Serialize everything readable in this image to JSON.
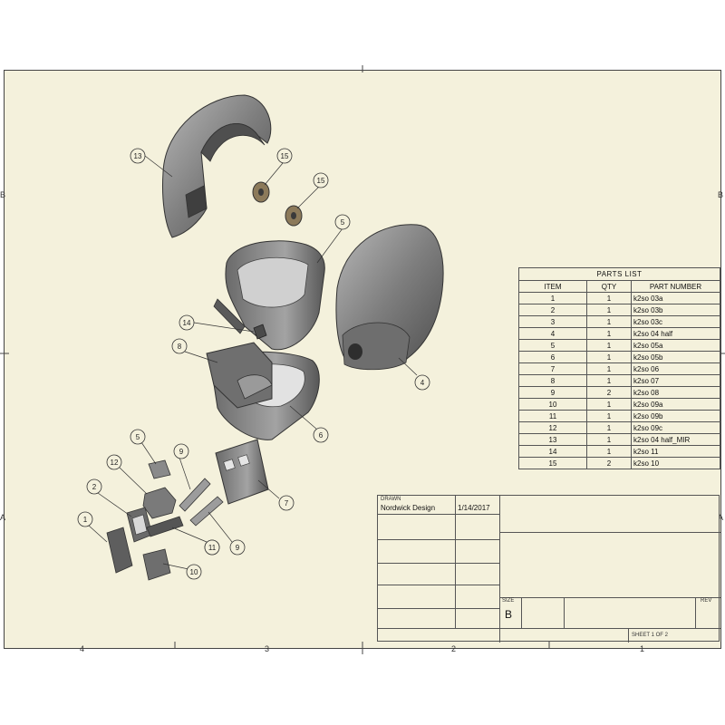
{
  "zone_labels": {
    "bottom": [
      "4",
      "3",
      "2",
      "1"
    ],
    "left": [
      "B",
      "A"
    ],
    "right": [
      "B",
      "A"
    ]
  },
  "balloons": [
    "13",
    "15",
    "15",
    "5",
    "14",
    "8",
    "4",
    "6",
    "9",
    "12",
    "5",
    "2",
    "1",
    "9",
    "11",
    "10",
    "7",
    "9"
  ],
  "parts_list": {
    "title": "PARTS LIST",
    "headers": [
      "ITEM",
      "QTY",
      "PART NUMBER"
    ],
    "rows": [
      [
        "1",
        "1",
        "k2so 03a"
      ],
      [
        "2",
        "1",
        "k2so 03b"
      ],
      [
        "3",
        "1",
        "k2so 03c"
      ],
      [
        "4",
        "1",
        "k2so 04 half"
      ],
      [
        "5",
        "1",
        "k2so 05a"
      ],
      [
        "6",
        "1",
        "k2so 05b"
      ],
      [
        "7",
        "1",
        "k2so 06"
      ],
      [
        "8",
        "1",
        "k2so 07"
      ],
      [
        "9",
        "2",
        "k2so 08"
      ],
      [
        "10",
        "1",
        "k2so 09a"
      ],
      [
        "11",
        "1",
        "k2so 09b"
      ],
      [
        "12",
        "1",
        "k2so 09c"
      ],
      [
        "13",
        "1",
        "k2so 04 half_MIR"
      ],
      [
        "14",
        "1",
        "k2so 11"
      ],
      [
        "15",
        "2",
        "k2so 10"
      ]
    ]
  },
  "title_block": {
    "drawn_label": "DRAWN",
    "drawn_by": "Nordwick Design",
    "date": "1/14/2017",
    "size_label": "SIZE",
    "size": "B",
    "rev_label": "REV",
    "sheet": "SHEET 1 OF 2"
  },
  "colors": {
    "sheet": "#f4f1dc",
    "part_dark": "#5c5c5c",
    "part_mid": "#8a8a8a",
    "part_light": "#b5b5b5"
  }
}
